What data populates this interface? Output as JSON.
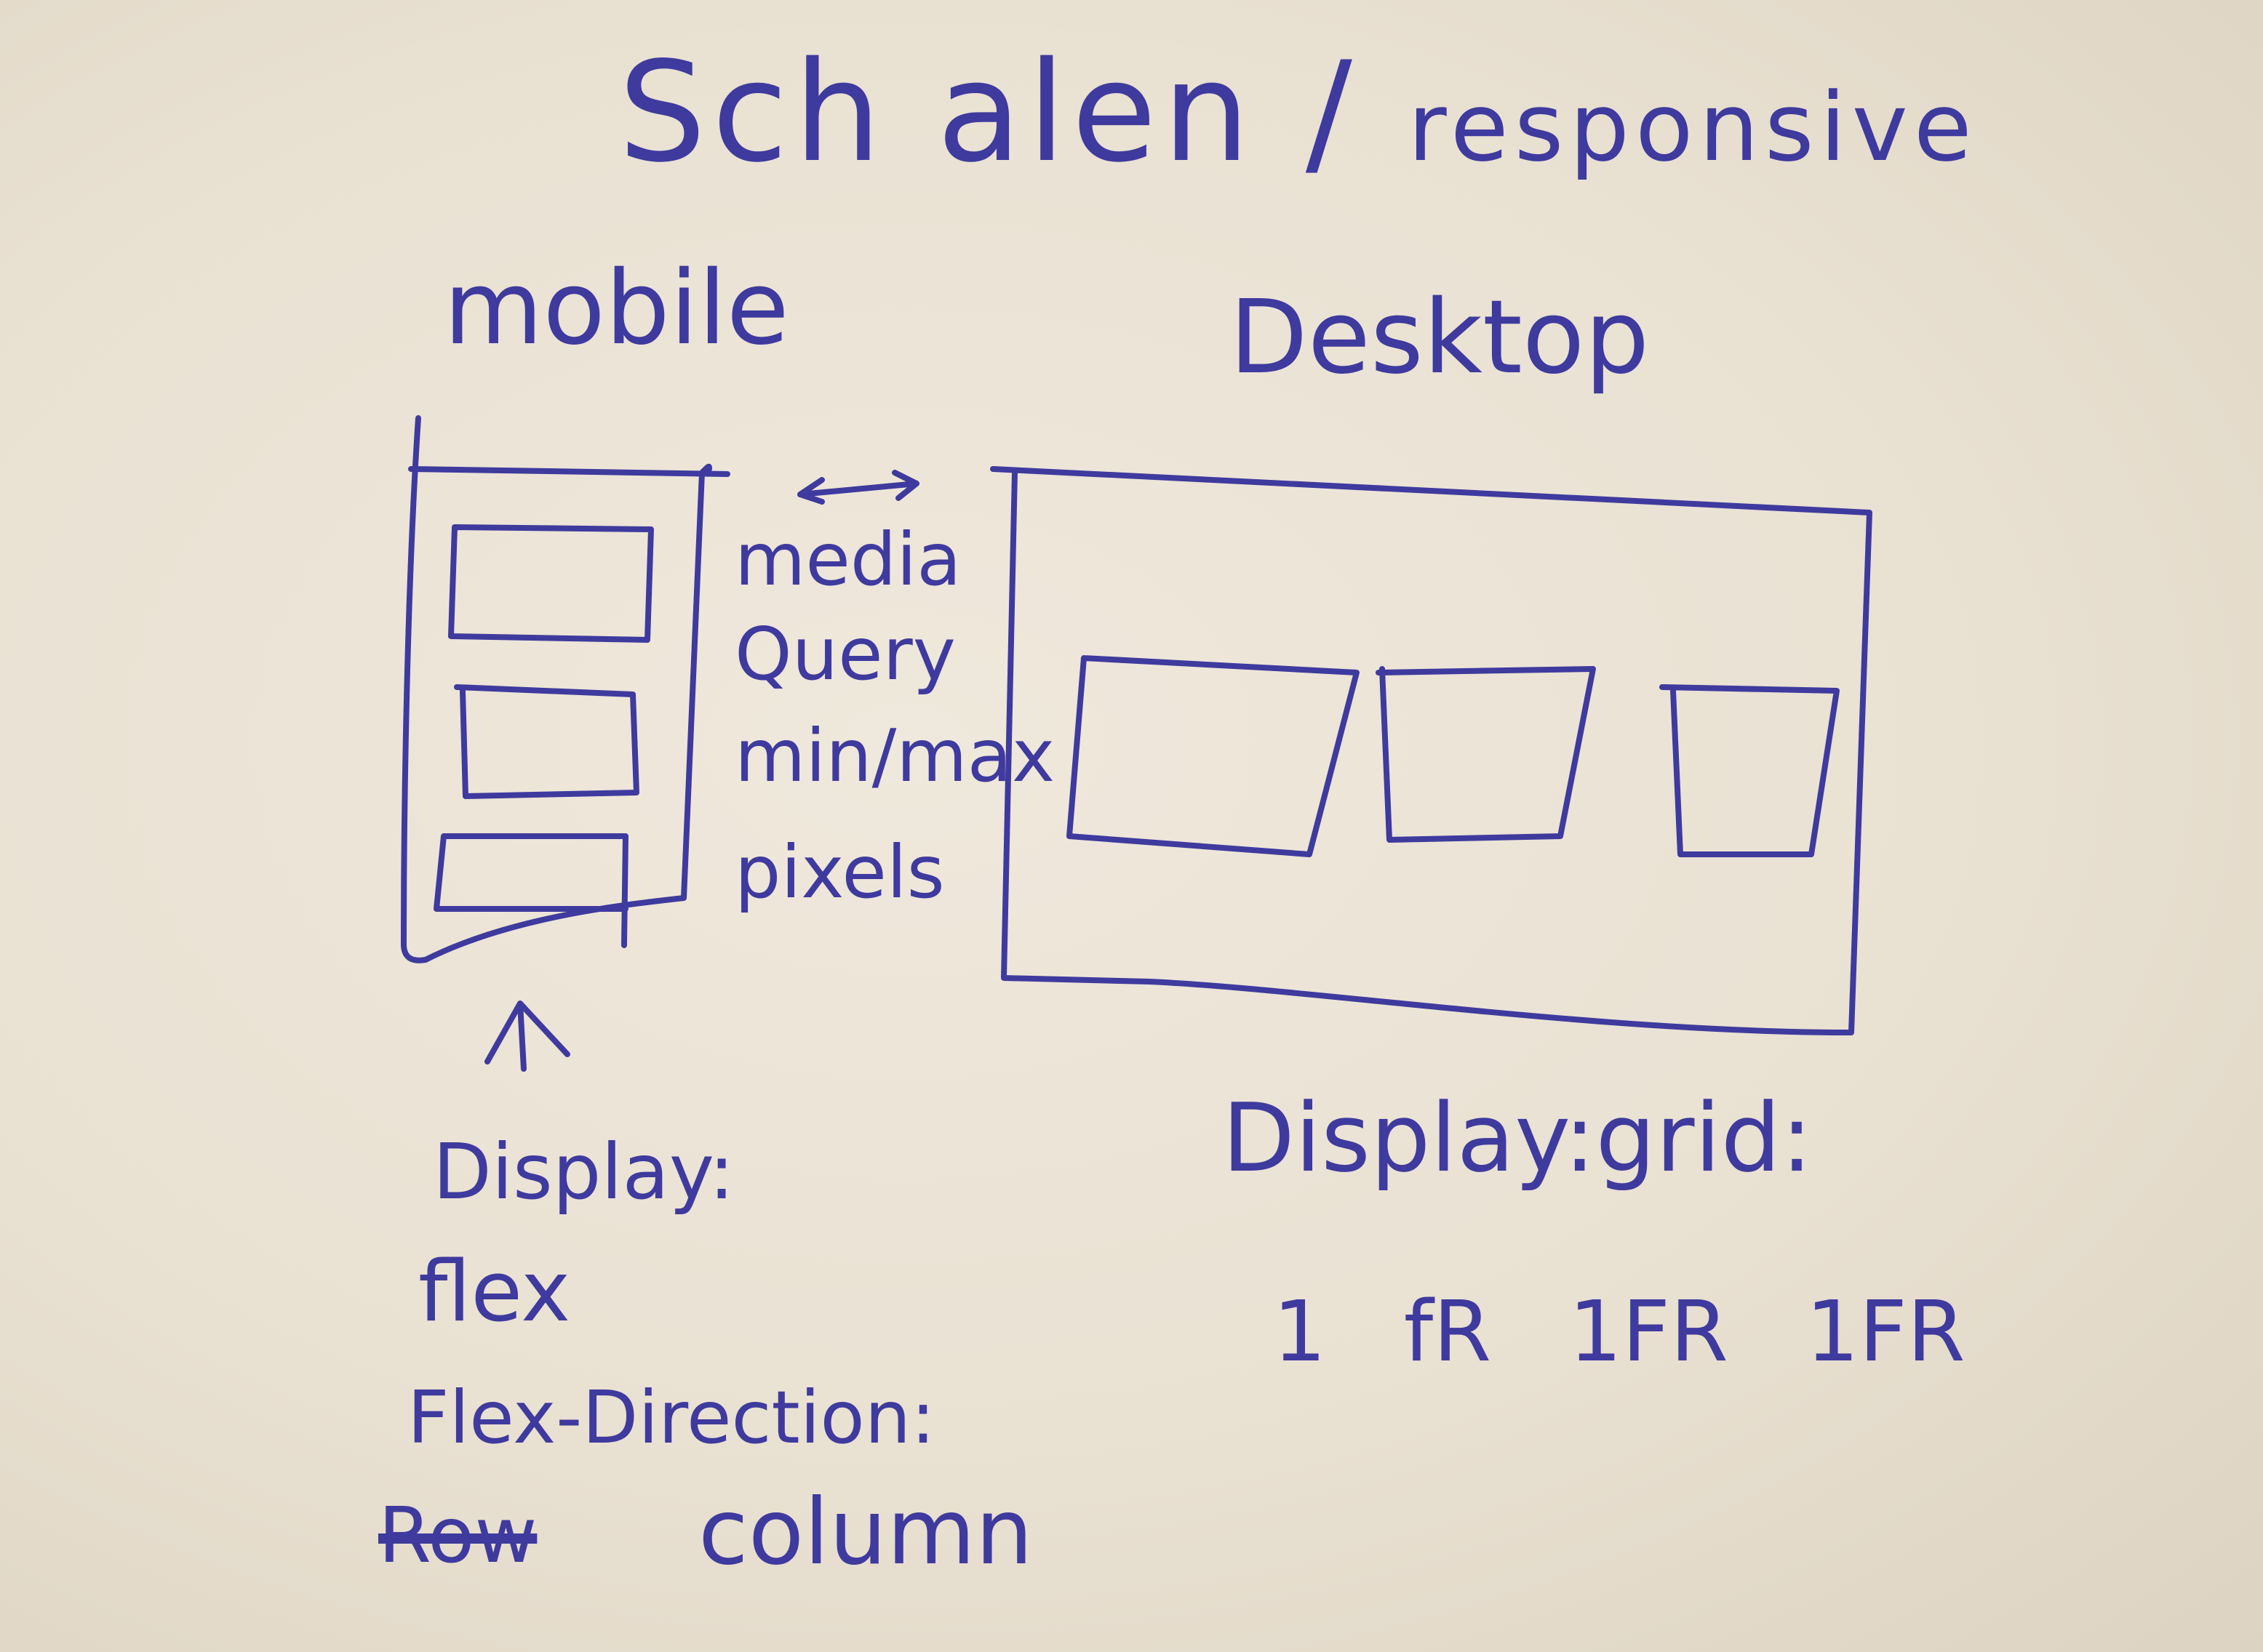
{
  "title": {
    "main": "Sch alen /",
    "sub": "responsive"
  },
  "labels": {
    "mobile": "mobile",
    "desktop": "Desktop"
  },
  "media_query_note": {
    "line1": "media",
    "line2": "Query",
    "line3": "min/max",
    "line4": "pixels"
  },
  "mobile_notes": {
    "line1": "Display:",
    "line2": "flex",
    "line3": "Flex-Direction:",
    "struck_word": "Row",
    "line4": "column"
  },
  "desktop_notes": {
    "line1": "Display:grid:",
    "line2": "1 fR 1FR 1FR"
  },
  "ink_color": "#3f3a9e"
}
